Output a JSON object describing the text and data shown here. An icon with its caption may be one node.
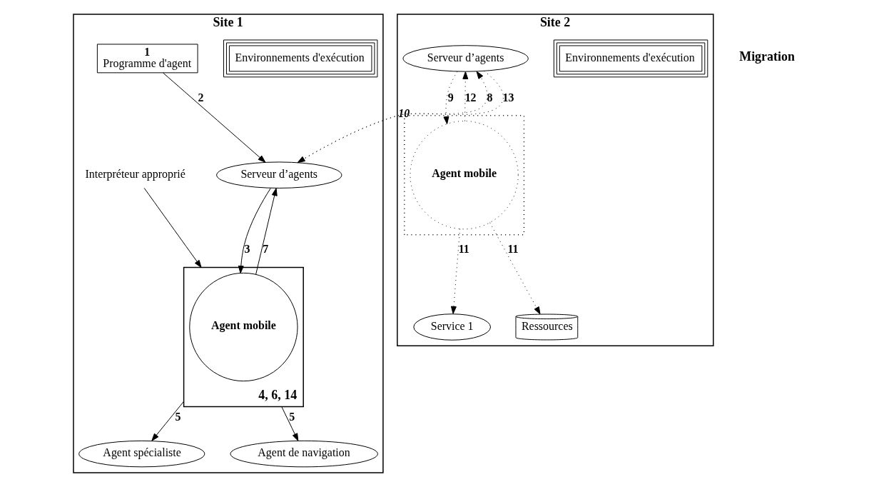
{
  "diagram": {
    "nodes": [
      {
        "text": [
          "Site 1"
        ]
      },
      {
        "text": [
          "Environnements d'exécution"
        ],
        "in": 0
      },
      {
        "text": [
          "Serveur d’agents"
        ],
        "in": 0
      },
      {
        "text": [
          "1",
          "Programme d'agent"
        ],
        "in": 0
      },
      {
        "text": [],
        "shape": "box",
        "in": 0,
        "beside": [
          "4, 6, 14"
        ]
      },
      {
        "text": [
          "Agent mobile"
        ],
        "in": 4
      },
      {
        "text": [
          "Interpréteur approprié"
        ],
        "in": 0
      },
      {
        "text": [
          "Agent spécialiste"
        ],
        "in": 0
      },
      {
        "text": [
          "Agent de navigation"
        ],
        "in": 0
      },
      {
        "text": [
          "Site 2"
        ]
      },
      {
        "text": [
          "Environnements d'exécution"
        ],
        "in": 9
      },
      {
        "text": [
          "Serveur d’agents"
        ],
        "in": 9
      },
      {
        "text": [],
        "shape": "box",
        "in": 9
      },
      {
        "text": [
          "Agent mobile"
        ],
        "in": 12,
        "beside": [
          "10"
        ]
      },
      {
        "text": [
          "Service 1"
        ],
        "in": 9
      },
      {
        "text": [
          "Ressources"
        ],
        "in": 9
      }
    ],
    "edges": [
      {
        "from": 3,
        "to": 2,
        "arrow": "to",
        "label": "2"
      },
      {
        "from": 2,
        "to": 5,
        "arrow": "to",
        "label": "3"
      },
      {
        "from": 5,
        "to": 2,
        "arrow": "to",
        "label": "7"
      },
      {
        "from": 6,
        "to": 4,
        "arrow": "to"
      },
      {
        "from": 4,
        "to": 7,
        "arrow": "to",
        "label": "5"
      },
      {
        "from": 4,
        "to": 8,
        "arrow": "to",
        "label": "5"
      },
      {
        "from": 2,
        "to": 11,
        "arrow": "to",
        "label": "8",
        "style": "dashed"
      },
      {
        "from": 11,
        "to": 2,
        "arrow": "to",
        "label": "13",
        "style": "dashed"
      },
      {
        "from": 11,
        "to": 13,
        "arrow": "to",
        "label": "9",
        "style": "dashed"
      },
      {
        "from": 13,
        "to": 11,
        "arrow": "to",
        "label": "12",
        "style": "dashed"
      },
      {
        "from": 13,
        "to": 14,
        "arrow": "to",
        "label": "11",
        "style": "dashed"
      },
      {
        "from": 13,
        "to": 15,
        "arrow": "to",
        "label": "11",
        "style": "dashed"
      }
    ],
    "labels": [
      "Migration"
    ]
  }
}
